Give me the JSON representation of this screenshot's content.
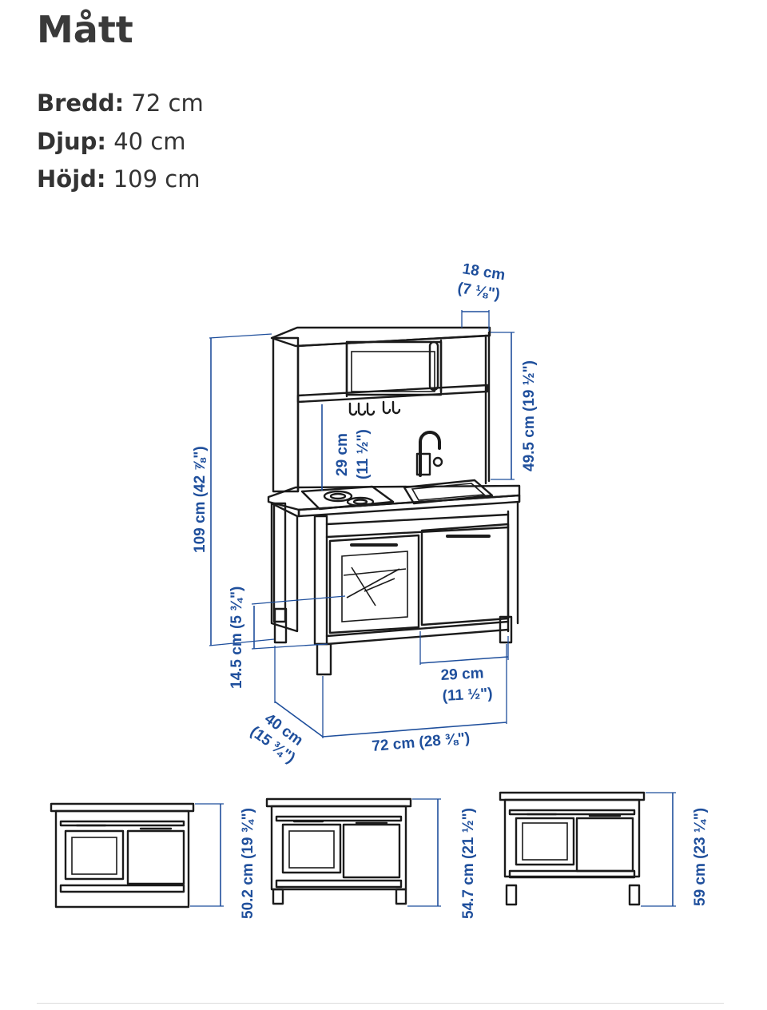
{
  "title": "Mått",
  "specs": [
    {
      "key": "Bredd:",
      "value": "72 cm"
    },
    {
      "key": "Djup:",
      "value": "40 cm"
    },
    {
      "key": "Höjd:",
      "value": "109 cm"
    }
  ],
  "dimensions": {
    "shelf_depth": "18 cm",
    "shelf_depth_in": "(7 ⅛\")",
    "upper_height": "49.5 cm (19 ½\")",
    "total_height": "109 cm (42 ⅞\")",
    "hook_clearance": "29 cm",
    "hook_clearance_in": "(11 ½\")",
    "leg_height": "14.5 cm (5 ¾\")",
    "cabinet_depth": "29 cm",
    "cabinet_depth_in": "(11 ½\")",
    "width": "72 cm (28 ⅜\")",
    "depth": "40 cm",
    "depth_in": "(15 ¾\")",
    "base_low": "50.2 cm (19 ¾\")",
    "base_mid": "54.7 cm (21 ½\")",
    "base_high": "59 cm (23 ¼\")"
  }
}
